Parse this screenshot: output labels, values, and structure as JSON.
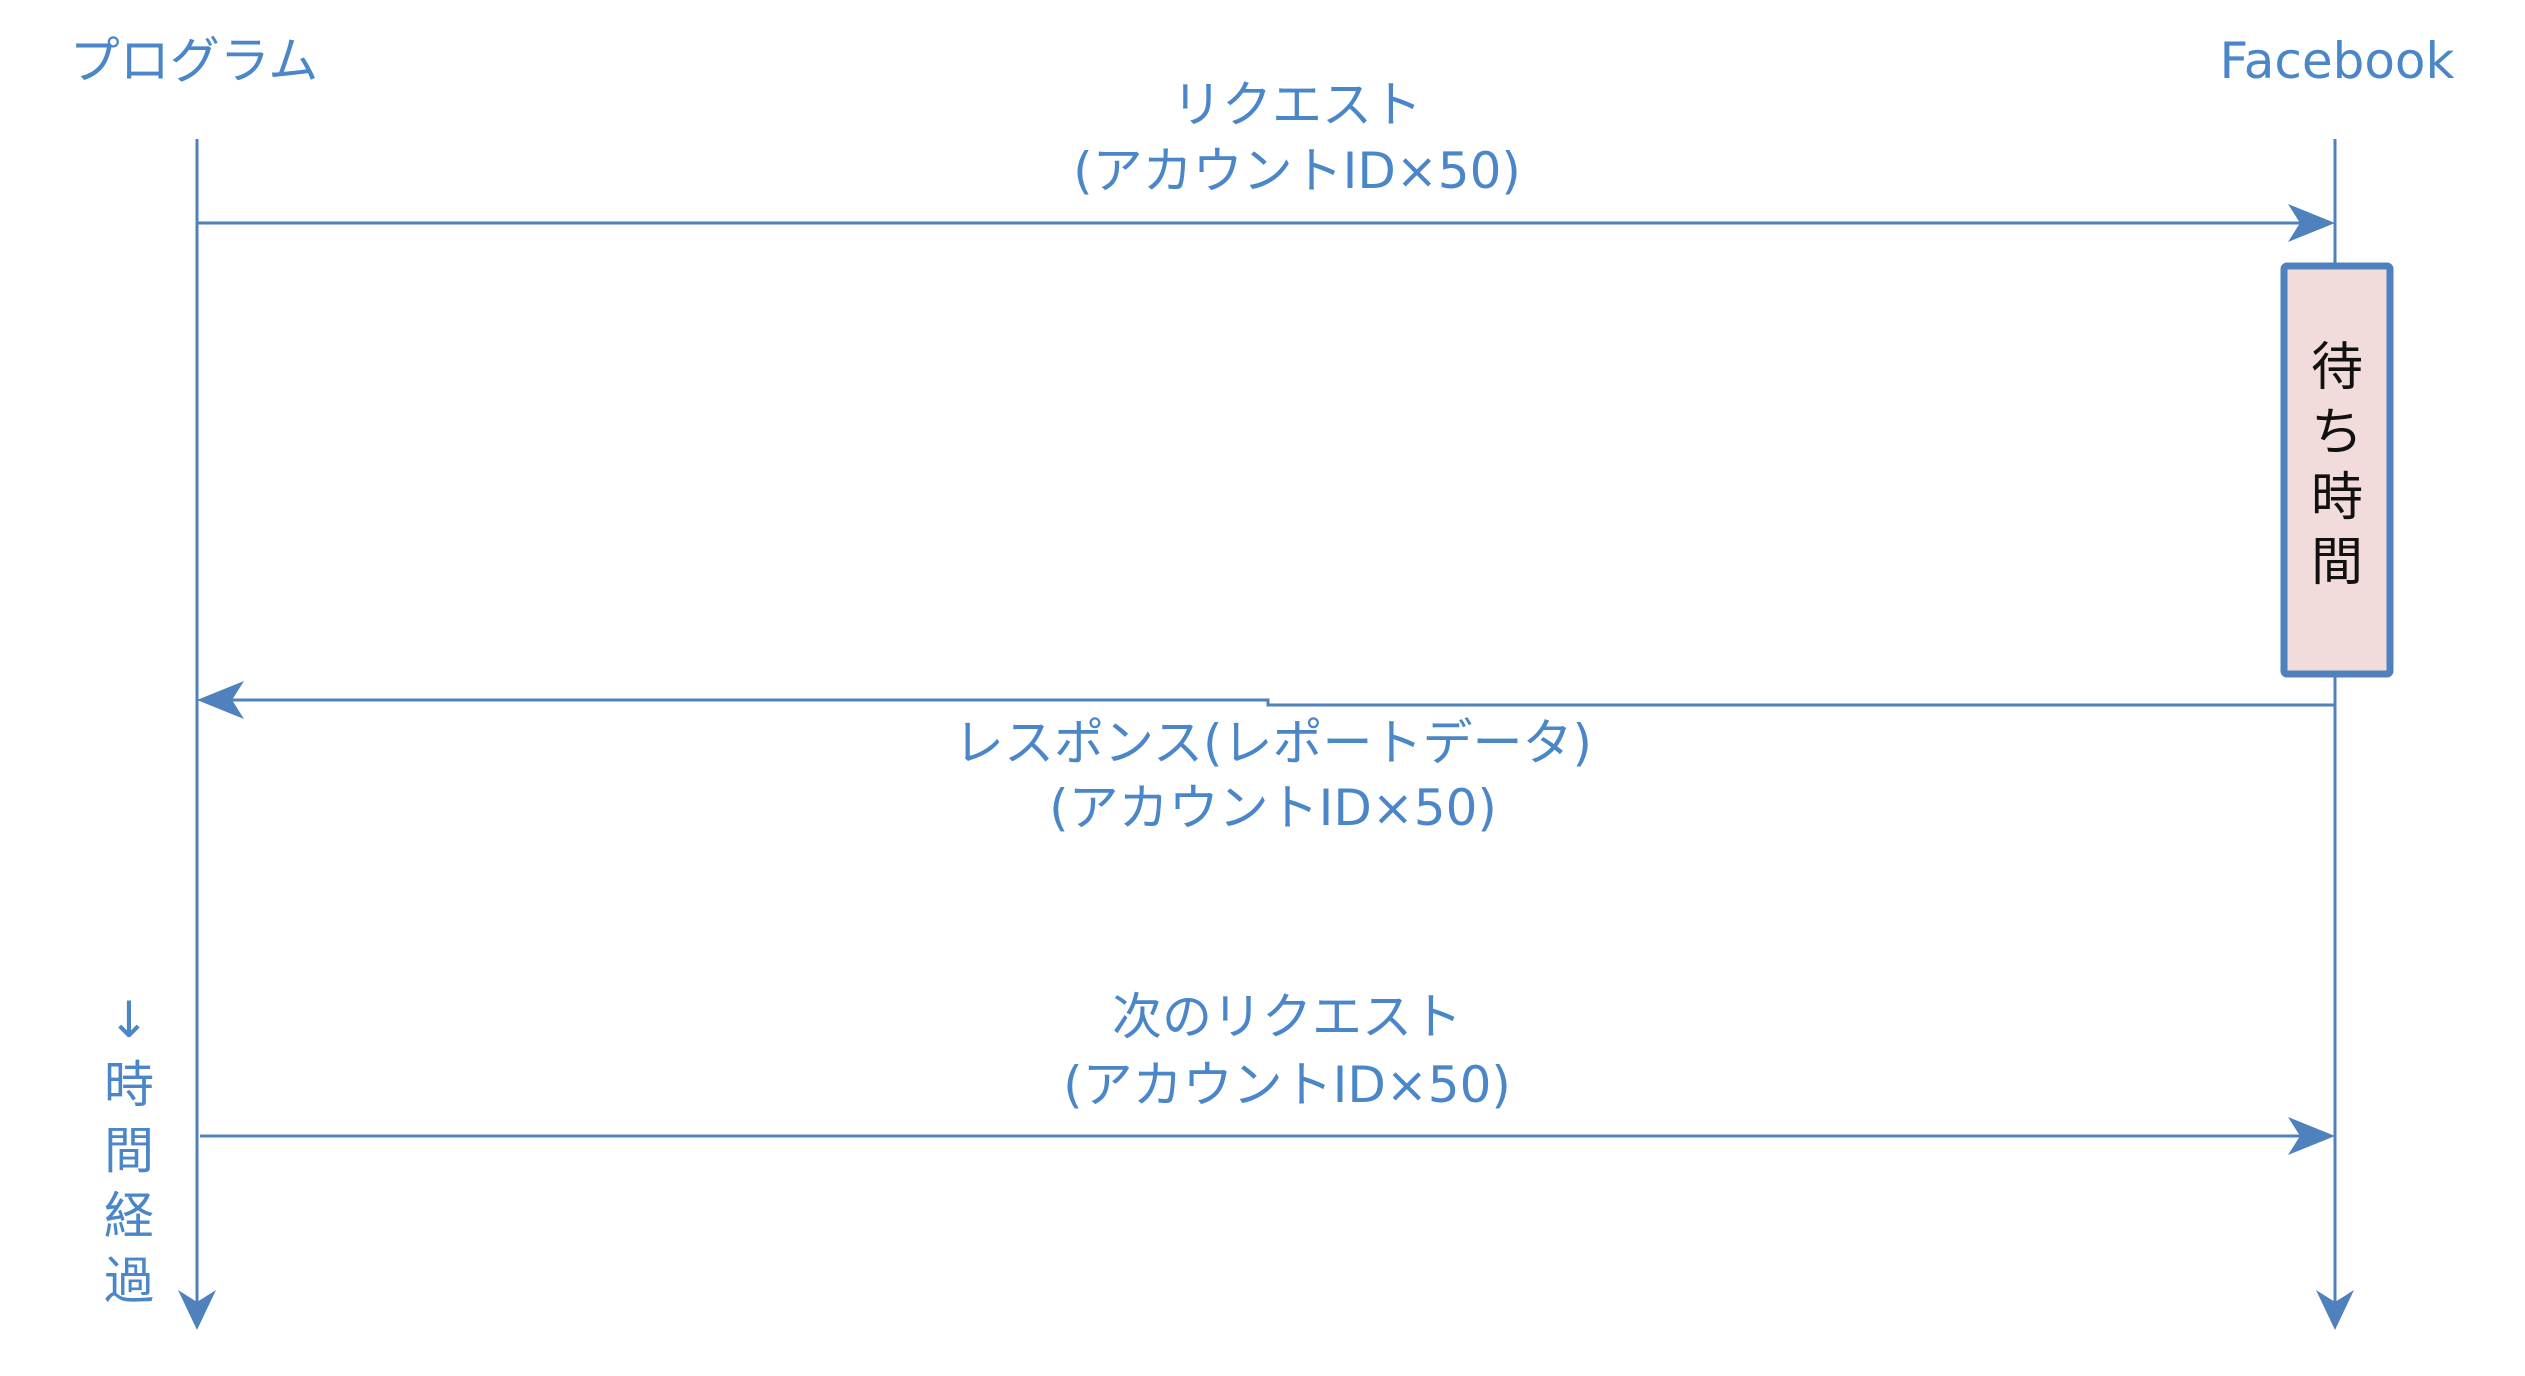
{
  "participants": {
    "left": "プログラム",
    "right": "Facebook"
  },
  "messages": [
    {
      "line1": "リクエスト",
      "line2": "(アカウントID×50)",
      "direction": "right"
    },
    {
      "line1": "レスポンス(レポートデータ)",
      "line2": "(アカウントID×50)",
      "direction": "left"
    },
    {
      "line1": "次のリクエスト",
      "line2": "(アカウントID×50)",
      "direction": "right"
    }
  ],
  "wait_box": {
    "chars": [
      "待",
      "ち",
      "時",
      "間"
    ]
  },
  "time_axis": {
    "chars": [
      "↓",
      "時",
      "間",
      "経",
      "過"
    ]
  },
  "colors": {
    "line": "#4f81bd",
    "text": "#4a86c8",
    "box_fill": "#f2dcdb"
  }
}
